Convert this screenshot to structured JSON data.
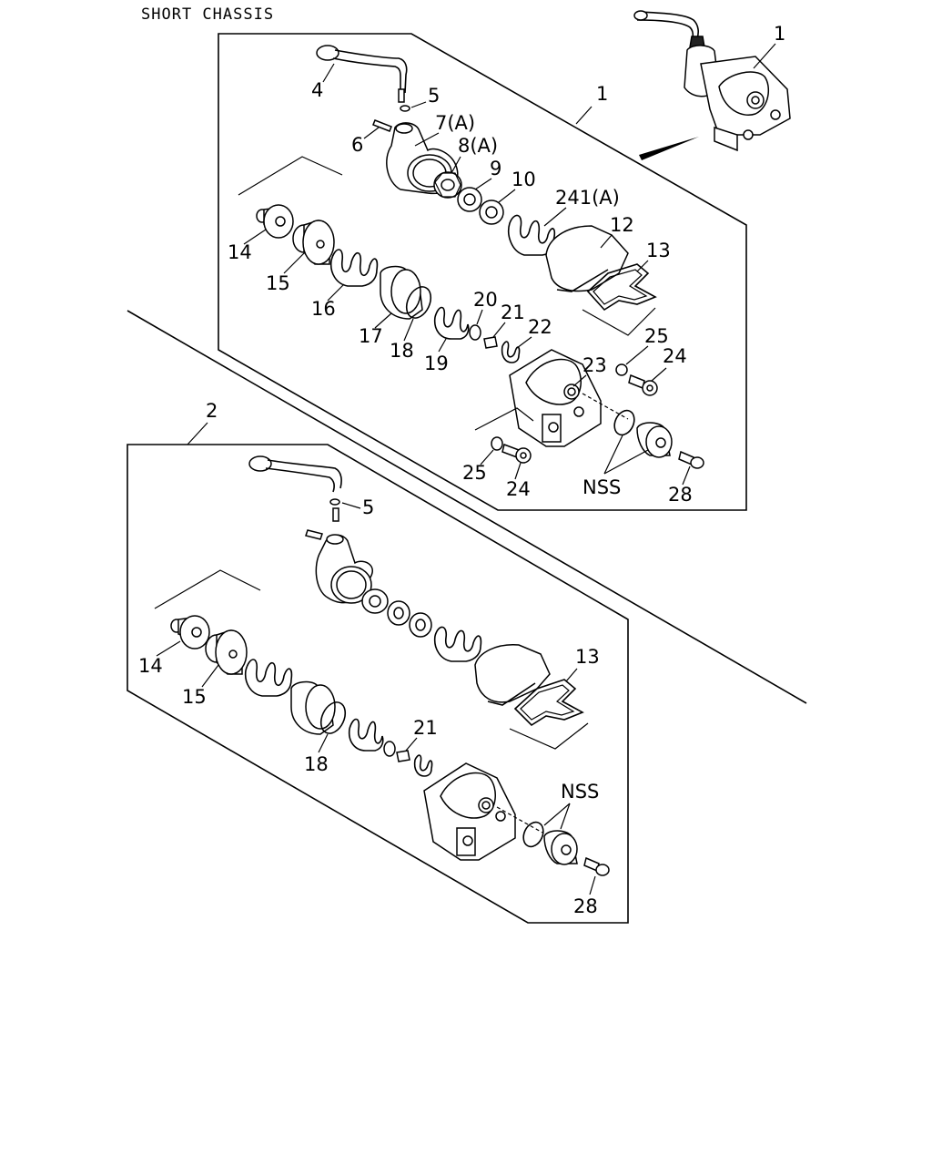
{
  "header": "SHORT CHASSIS",
  "callouts": {
    "c1_top": "1",
    "c1_box": "1",
    "c2": "2",
    "c4": "4",
    "c5_top": "5",
    "c6": "6",
    "c7": "7(A)",
    "c8": "8(A)",
    "c9": "9",
    "c10": "10",
    "c241": "241(A)",
    "c12": "12",
    "c13_top": "13",
    "c14_top": "14",
    "c15_top": "15",
    "c16": "16",
    "c17": "17",
    "c18_top": "18",
    "c19": "19",
    "c20": "20",
    "c21_top": "21",
    "c22": "22",
    "c23": "23",
    "c25a": "25",
    "c24a": "24",
    "c25b": "25",
    "c24b": "24",
    "nss_top": "NSS",
    "c28_top": "28",
    "c5_bot": "5",
    "c14_bot": "14",
    "c15_bot": "15",
    "c13_bot": "13",
    "c18_bot": "18",
    "c21_bot": "21",
    "nss_bot": "NSS",
    "c28_bot": "28"
  }
}
